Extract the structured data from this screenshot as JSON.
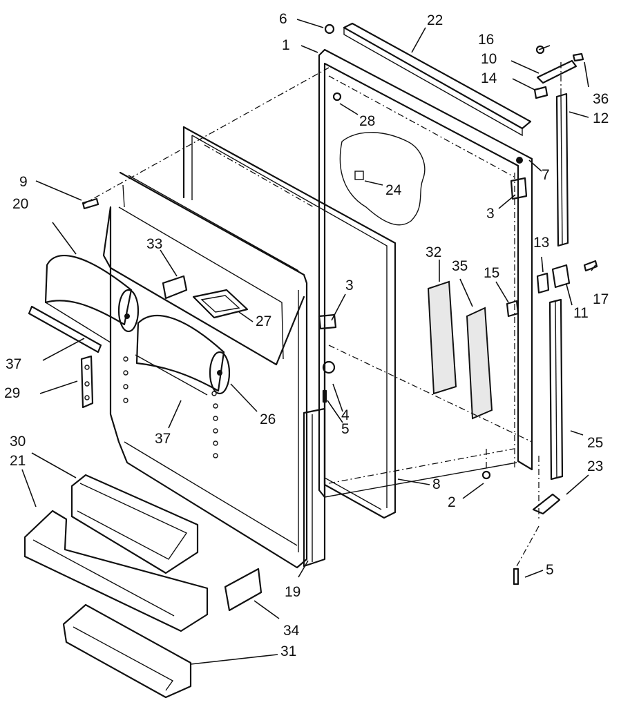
{
  "labels": [
    {
      "id": "p6",
      "text": "6"
    },
    {
      "id": "p22",
      "text": "22"
    },
    {
      "id": "p16",
      "text": "16"
    },
    {
      "id": "p1",
      "text": "1"
    },
    {
      "id": "p10",
      "text": "10"
    },
    {
      "id": "p14",
      "text": "14"
    },
    {
      "id": "p36",
      "text": "36"
    },
    {
      "id": "p28",
      "text": "28"
    },
    {
      "id": "p12",
      "text": "12"
    },
    {
      "id": "p7",
      "text": "7"
    },
    {
      "id": "p9",
      "text": "9"
    },
    {
      "id": "p24",
      "text": "24"
    },
    {
      "id": "p20",
      "text": "20"
    },
    {
      "id": "p3a",
      "text": "3"
    },
    {
      "id": "p33",
      "text": "33"
    },
    {
      "id": "p13",
      "text": "13"
    },
    {
      "id": "p32",
      "text": "32"
    },
    {
      "id": "p35",
      "text": "35"
    },
    {
      "id": "p15",
      "text": "15"
    },
    {
      "id": "p17",
      "text": "17"
    },
    {
      "id": "p3b",
      "text": "3"
    },
    {
      "id": "p27",
      "text": "27"
    },
    {
      "id": "p11",
      "text": "11"
    },
    {
      "id": "p37a",
      "text": "37"
    },
    {
      "id": "p4",
      "text": "4"
    },
    {
      "id": "p5a",
      "text": "5"
    },
    {
      "id": "p29",
      "text": "29"
    },
    {
      "id": "p26",
      "text": "26"
    },
    {
      "id": "p37b",
      "text": "37"
    },
    {
      "id": "p25",
      "text": "25"
    },
    {
      "id": "p30",
      "text": "30"
    },
    {
      "id": "p21",
      "text": "21"
    },
    {
      "id": "p23",
      "text": "23"
    },
    {
      "id": "p8",
      "text": "8"
    },
    {
      "id": "p2",
      "text": "2"
    },
    {
      "id": "p5b",
      "text": "5"
    },
    {
      "id": "p19",
      "text": "19"
    },
    {
      "id": "p34",
      "text": "34"
    },
    {
      "id": "p31",
      "text": "31"
    }
  ]
}
